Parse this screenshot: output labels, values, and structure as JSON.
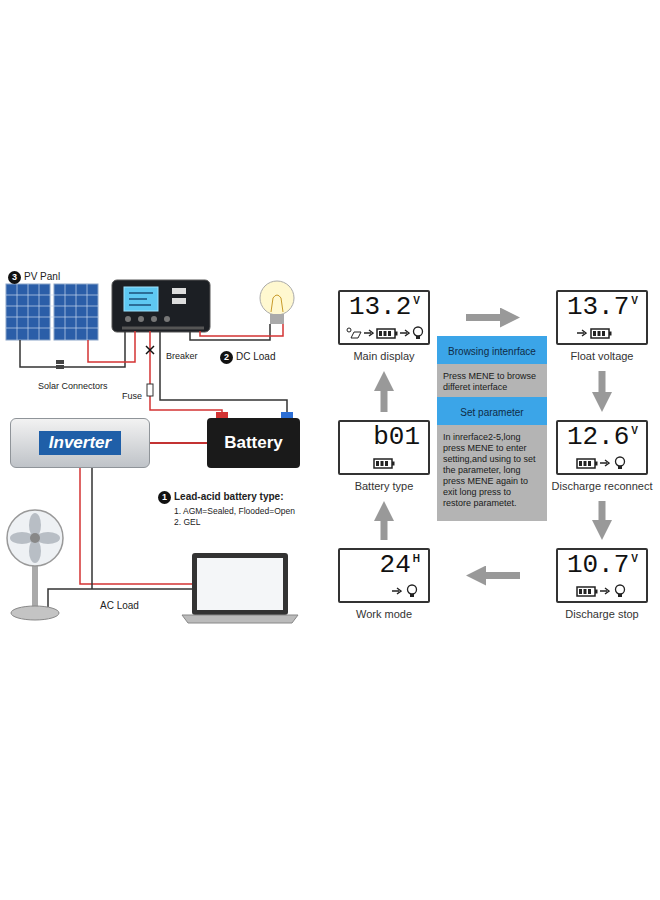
{
  "diagram": {
    "nodes": [
      {
        "text": [
          "Inverter"
        ]
      },
      {
        "text": [
          "Battery"
        ]
      },
      {
        "text": [
          "13.2",
          "V",
          "Main display"
        ]
      },
      {
        "text": [
          "13.7",
          "V",
          "Float voltage"
        ]
      },
      {
        "text": [
          "Press MENE to browse differet interface",
          "In inrerface2-5,long press MENE to enter setting,and using to set the parameter, long press MENE again to exit long press to restore parametet."
        ]
      },
      {
        "text": [
          "Browsing intenrface"
        ],
        "in": 4
      },
      {
        "text": [
          "Set parameter"
        ],
        "in": 4
      },
      {
        "text": [
          "b01",
          "Battery type"
        ]
      },
      {
        "text": [
          "12.6",
          "V",
          "Discharge reconnect"
        ]
      },
      {
        "text": [
          "24",
          "H",
          "Work mode"
        ]
      },
      {
        "text": [
          "10.7",
          "V",
          "Discharge stop"
        ]
      }
    ],
    "edges": [
      {
        "from": 0,
        "to": 1,
        "arrow": "none"
      },
      {
        "from": 2,
        "to": 3,
        "arrow": "to"
      },
      {
        "from": 3,
        "to": 8,
        "arrow": "to"
      },
      {
        "from": 8,
        "to": 10,
        "arrow": "to"
      },
      {
        "from": 10,
        "to": 9,
        "arrow": "to"
      },
      {
        "from": 9,
        "to": 7,
        "arrow": "to"
      },
      {
        "from": 7,
        "to": 2,
        "arrow": "to"
      }
    ],
    "labels": [
      "3",
      "PV Panl",
      "Breaker",
      "2",
      "DC Load",
      "Solar Connectors",
      "Fuse",
      "1",
      "Lead-acid battery type:",
      "1. AGM=Sealed, Flooded=Open",
      "2. GEL",
      "AC Load"
    ]
  }
}
